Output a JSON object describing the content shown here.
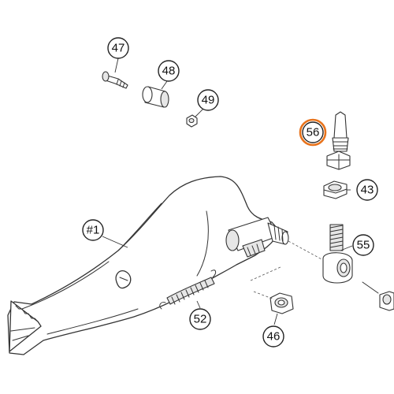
{
  "callouts": [
    {
      "id": "c47",
      "label": "47"
    },
    {
      "id": "c48",
      "label": "48"
    },
    {
      "id": "c49",
      "label": "49"
    },
    {
      "id": "c56",
      "label": "56",
      "highlight": true
    },
    {
      "id": "c43",
      "label": "43"
    },
    {
      "id": "c1",
      "label": "#1"
    },
    {
      "id": "c55",
      "label": "55"
    },
    {
      "id": "c52",
      "label": "52"
    },
    {
      "id": "c46",
      "label": "46"
    }
  ],
  "colors": {
    "highlight_ring": "#e8731c",
    "line": "#333333",
    "part_fill": "#e6e6e6"
  }
}
